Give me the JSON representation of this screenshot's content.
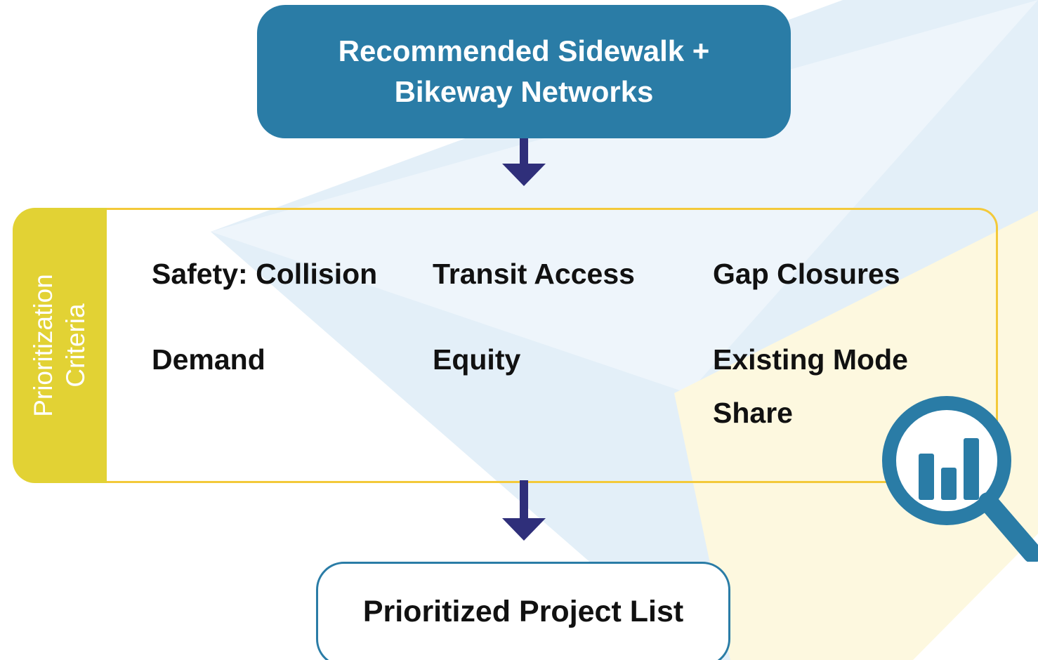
{
  "colors": {
    "primary_blue": "#2a7ca6",
    "arrow_navy": "#2f2f7a",
    "criteria_yellow": "#e2d234",
    "criteria_border": "#f3c93a",
    "bg_light_blue": "#e3eff8",
    "bg_light_yellow": "#fdf8df"
  },
  "top_box": {
    "title": "Recommended Sidewalk + Bikeway Networks"
  },
  "criteria": {
    "tab_label_line1": "Prioritization",
    "tab_label_line2": "Criteria",
    "items": [
      "Safety: Collision",
      "Transit Access",
      "Gap Closures",
      "Demand",
      "Equity",
      "Existing Mode Share"
    ]
  },
  "icons": {
    "magnifier": "magnifying-glass-bar-chart-icon",
    "arrow": "down-arrow-icon"
  },
  "bottom_box": {
    "title": "Prioritized Project List"
  }
}
